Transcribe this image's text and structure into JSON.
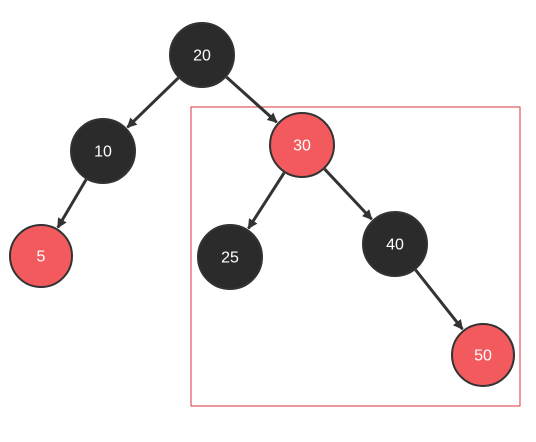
{
  "tree": {
    "nodes": [
      {
        "id": "n20",
        "label": "20",
        "color": "black"
      },
      {
        "id": "n10",
        "label": "10",
        "color": "black"
      },
      {
        "id": "n30",
        "label": "30",
        "color": "red"
      },
      {
        "id": "n5",
        "label": "5",
        "color": "red"
      },
      {
        "id": "n25",
        "label": "25",
        "color": "black"
      },
      {
        "id": "n40",
        "label": "40",
        "color": "black"
      },
      {
        "id": "n50",
        "label": "50",
        "color": "red"
      }
    ],
    "edges": [
      {
        "from": "n20",
        "to": "n10"
      },
      {
        "from": "n20",
        "to": "n30"
      },
      {
        "from": "n10",
        "to": "n5"
      },
      {
        "from": "n30",
        "to": "n25"
      },
      {
        "from": "n30",
        "to": "n40"
      },
      {
        "from": "n40",
        "to": "n50"
      }
    ],
    "highlighted_subtree_root": "n30"
  },
  "colors": {
    "black_node": "#2b2b2b",
    "red_node": "#f25a5d",
    "node_stroke": "#333333",
    "edge": "#333333",
    "highlight_box": "#d9363e",
    "label": "#ffffff"
  }
}
